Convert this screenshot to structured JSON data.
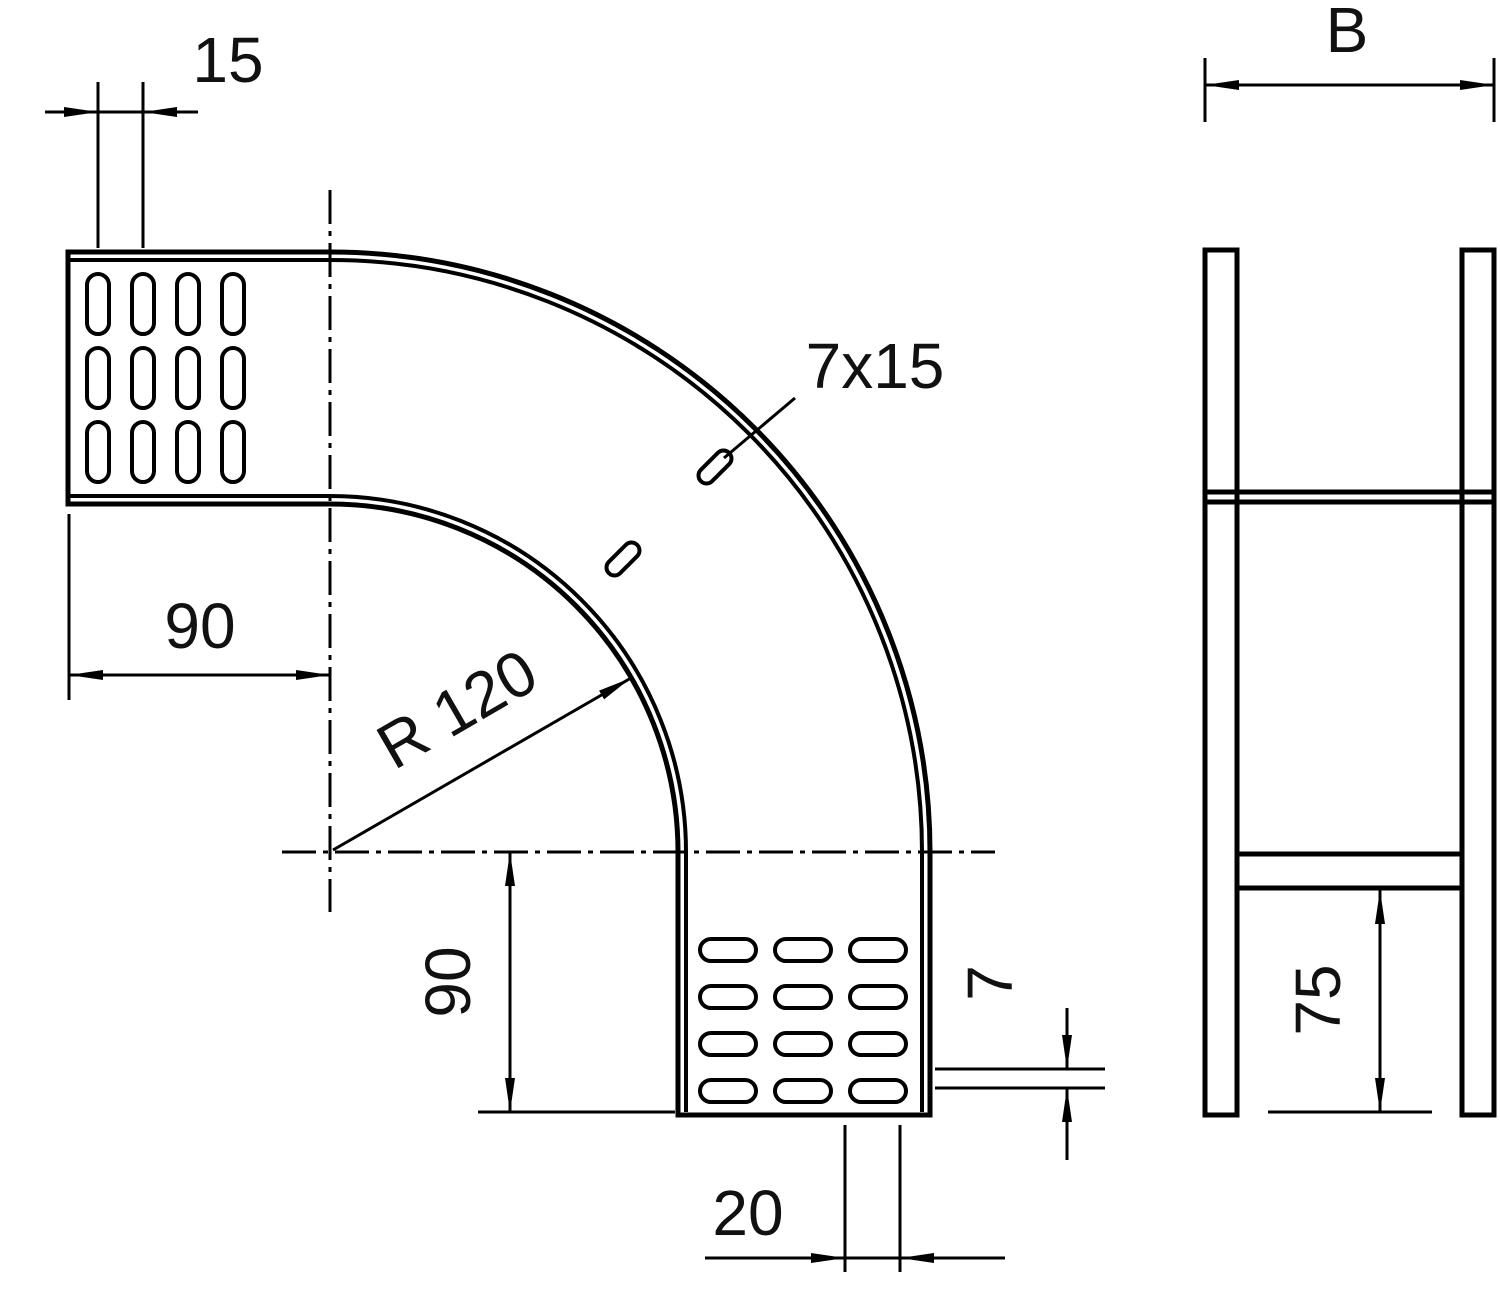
{
  "drawing_labels": {
    "slot_pitch": "15",
    "front_leg_top": "90",
    "radius": "R 120",
    "slot_size": "7x15",
    "front_leg_side": "90",
    "flange_height": "7",
    "edge_offset": "20",
    "side_width": "B",
    "side_rail_height": "75"
  },
  "colors": {
    "line": "#000000",
    "background": "#ffffff"
  }
}
